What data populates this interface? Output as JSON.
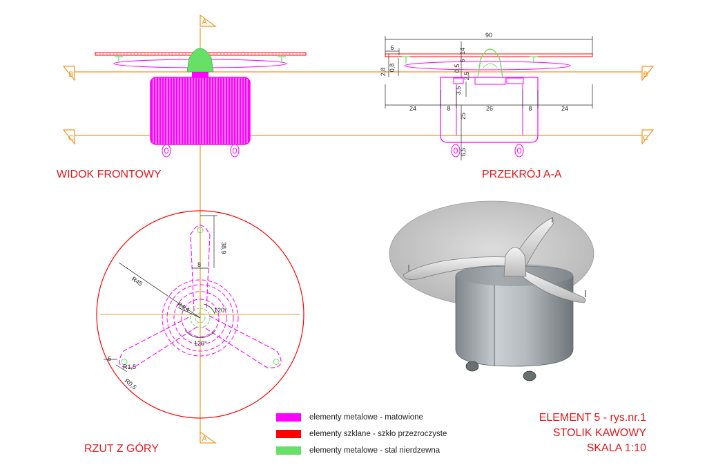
{
  "views": {
    "front": "WIDOK FRONTOWY",
    "section": "PRZEKRÓJ A-A",
    "top": "RZUT Z GÓRY"
  },
  "section_markers": {
    "a": "A",
    "b": "B",
    "c": "C"
  },
  "dimensions": {
    "overall_width": "90",
    "glass_thickness": "6",
    "hub_height": "14",
    "d_2_8": "2,8",
    "d_0_8": "0,8",
    "d_0_5": "0,5",
    "d_6": "6",
    "d_2_5": "2,5",
    "d_3_5": "3,5",
    "bottom_segments": [
      "24",
      "8",
      "26",
      "8",
      "24"
    ],
    "body_height": "25",
    "wheel_height": "6,5"
  },
  "top_view_dims": {
    "radius_outer": "R45",
    "blade_width": "8",
    "blade_length": "38,9",
    "radius_hub": "R4,4",
    "angle_1": "120°",
    "angle_2": "120°",
    "tip_width": "6",
    "r_1_5": "R1,5",
    "r_0_5": "R0,5"
  },
  "legend": [
    {
      "label": "elementy metalowe - matowione",
      "color": "#ff00ff"
    },
    {
      "label": "elementy szklane - szkło przezroczyste",
      "color": "#ff0000"
    },
    {
      "label": "elementy metalowe - stal nierdzewna",
      "color": "#66e066"
    }
  ],
  "info": {
    "element": "ELEMENT 5 - rys.nr.1",
    "name": "STOLIK KAWOWY",
    "scale": "SKALA 1:10"
  },
  "colors": {
    "metal_matte": "#ff00ff",
    "glass": "#ff0000",
    "steel": "#66e066",
    "section_line": "#f7941d",
    "dimension": "#222222"
  }
}
